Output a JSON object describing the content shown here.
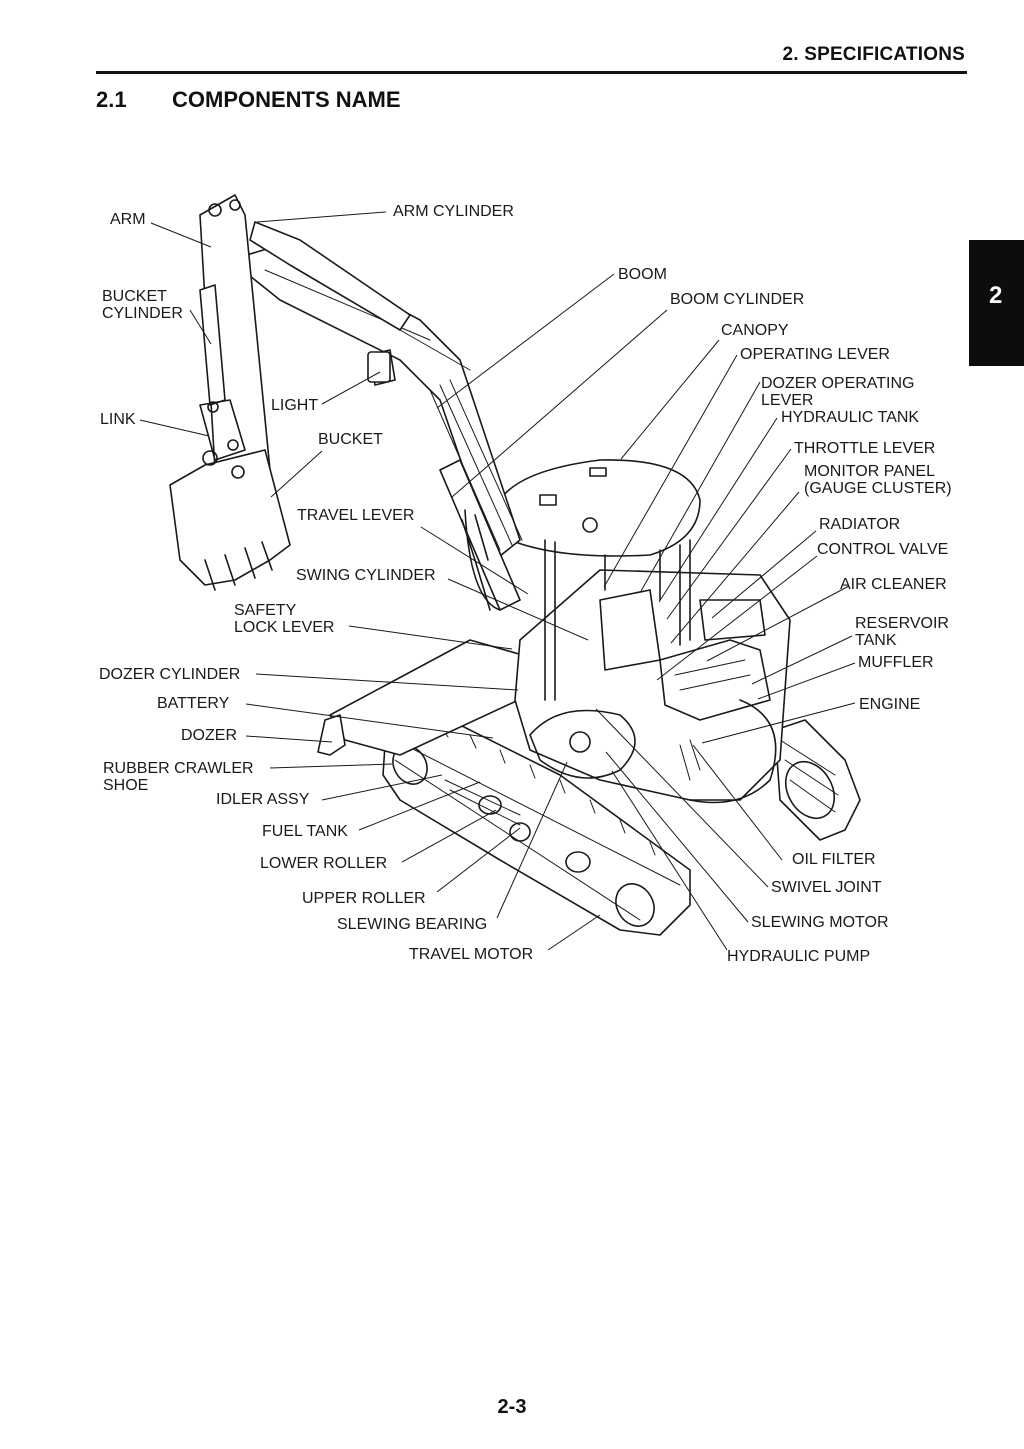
{
  "header": {
    "title": "2.  SPECIFICATIONS"
  },
  "section": {
    "number": "2.1",
    "title": "COMPONENTS NAME"
  },
  "side_tab": {
    "label": "2"
  },
  "labels": {
    "arm": "ARM",
    "arm_cylinder": "ARM CYLINDER",
    "boom": "BOOM",
    "bucket_cylinder": "BUCKET\nCYLINDER",
    "boom_cylinder": "BOOM CYLINDER",
    "canopy": "CANOPY",
    "operating_lever": "OPERATING LEVER",
    "dozer_operating_lever": "DOZER OPERATING\nLEVER",
    "link": "LINK",
    "light": "LIGHT",
    "hydraulic_tank": "HYDRAULIC TANK",
    "bucket": "BUCKET",
    "throttle_lever": "THROTTLE LEVER",
    "monitor_panel": "MONITOR PANEL\n(GAUGE CLUSTER)",
    "travel_lever": "TRAVEL LEVER",
    "radiator": "RADIATOR",
    "control_valve": "CONTROL VALVE",
    "swing_cylinder": "SWING CYLINDER",
    "air_cleaner": "AIR CLEANER",
    "safety_lock_lever": "SAFETY\nLOCK LEVER",
    "reservoir_tank": "RESERVOIR\nTANK",
    "muffler": "MUFFLER",
    "dozer_cylinder": "DOZER CYLINDER",
    "battery": "BATTERY",
    "engine": "ENGINE",
    "dozer": "DOZER",
    "rubber_crawler_shoe": "RUBBER CRAWLER\nSHOE",
    "idler_assy": "IDLER ASSY",
    "fuel_tank": "FUEL TANK",
    "lower_roller": "LOWER ROLLER",
    "oil_filter": "OIL FILTER",
    "swivel_joint": "SWIVEL JOINT",
    "upper_roller": "UPPER ROLLER",
    "slewing_bearing": "SLEWING BEARING",
    "slewing_motor": "SLEWING MOTOR",
    "travel_motor": "TRAVEL MOTOR",
    "hydraulic_pump": "HYDRAULIC PUMP"
  },
  "footer": {
    "page_number": "2-3"
  }
}
